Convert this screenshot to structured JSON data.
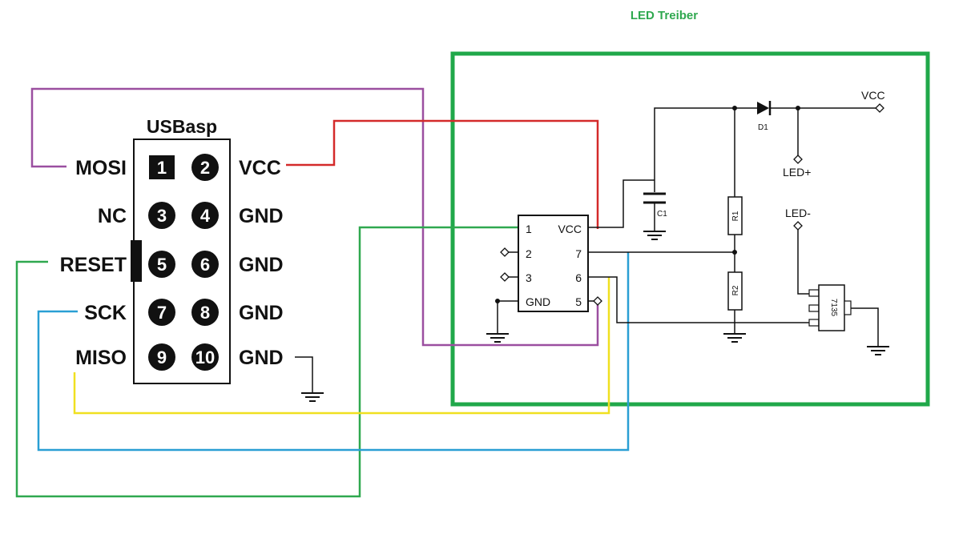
{
  "title": "LED Treiber",
  "usbasp": {
    "title": "USBasp",
    "left_labels": [
      "MOSI",
      "NC",
      "RESET",
      "SCK",
      "MISO"
    ],
    "right_labels": [
      "VCC",
      "GND",
      "GND",
      "GND",
      "GND"
    ],
    "pins": [
      "1",
      "2",
      "3",
      "4",
      "5",
      "6",
      "7",
      "8",
      "9",
      "10"
    ]
  },
  "ic": {
    "left_pins": [
      "1",
      "2",
      "3",
      "GND"
    ],
    "right_pins": [
      "VCC",
      "7",
      "6",
      "5"
    ]
  },
  "components": {
    "c1": "C1",
    "r1": "R1",
    "r2": "R2",
    "d1": "D1",
    "transistor": "7135",
    "vcc": "VCC",
    "led_plus": "LED+",
    "led_minus": "LED-"
  },
  "colors": {
    "frame": "#20a84a",
    "mosi": "#9b4fa0",
    "vcc": "#d42a2a",
    "reset": "#2fa84f",
    "sck": "#2a9fd4",
    "miso": "#f0e020"
  }
}
